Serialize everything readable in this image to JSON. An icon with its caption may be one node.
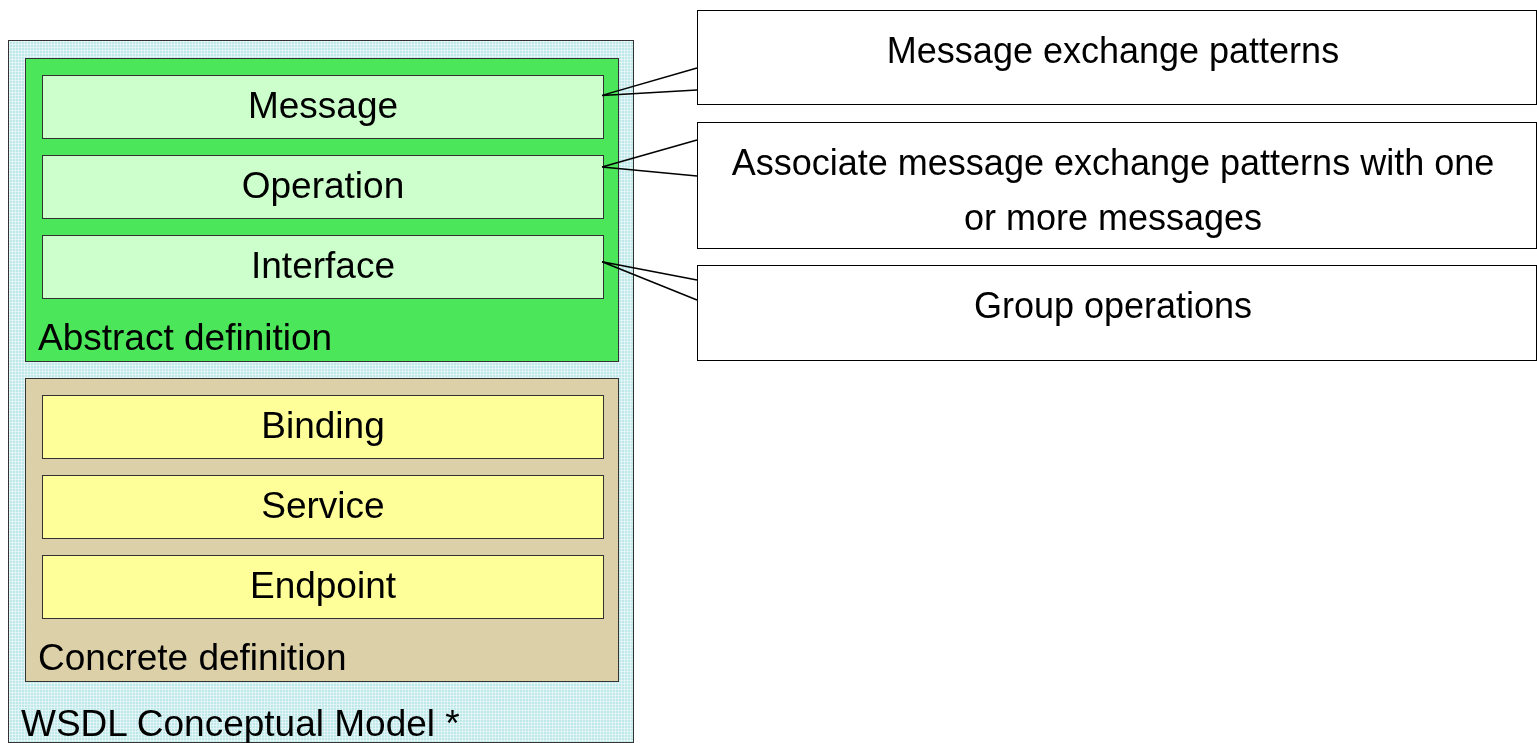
{
  "diagram": {
    "nodes": [
      {
        "text": [
          "WSDL Conceptual Model *"
        ]
      },
      {
        "text": [
          "Abstract definition"
        ],
        "in": 0
      },
      {
        "text": [
          "Message"
        ],
        "in": 1
      },
      {
        "text": [
          "Operation"
        ],
        "in": 1
      },
      {
        "text": [
          "Interface"
        ],
        "in": 1
      },
      {
        "text": [
          "Concrete definition"
        ],
        "in": 0
      },
      {
        "text": [
          "Binding"
        ],
        "in": 5
      },
      {
        "text": [
          "Service"
        ],
        "in": 5
      },
      {
        "text": [
          "Endpoint"
        ],
        "in": 5
      },
      {
        "text": [
          "Message exchange patterns"
        ]
      },
      {
        "text": [
          "Associate message exchange patterns with one or more messages"
        ]
      },
      {
        "text": [
          "Group operations"
        ]
      }
    ],
    "edges": [
      {
        "from": 9,
        "to": 2,
        "arrow": "none"
      },
      {
        "from": 10,
        "to": 3,
        "arrow": "none"
      },
      {
        "from": 11,
        "to": 4,
        "arrow": "none"
      }
    ]
  }
}
